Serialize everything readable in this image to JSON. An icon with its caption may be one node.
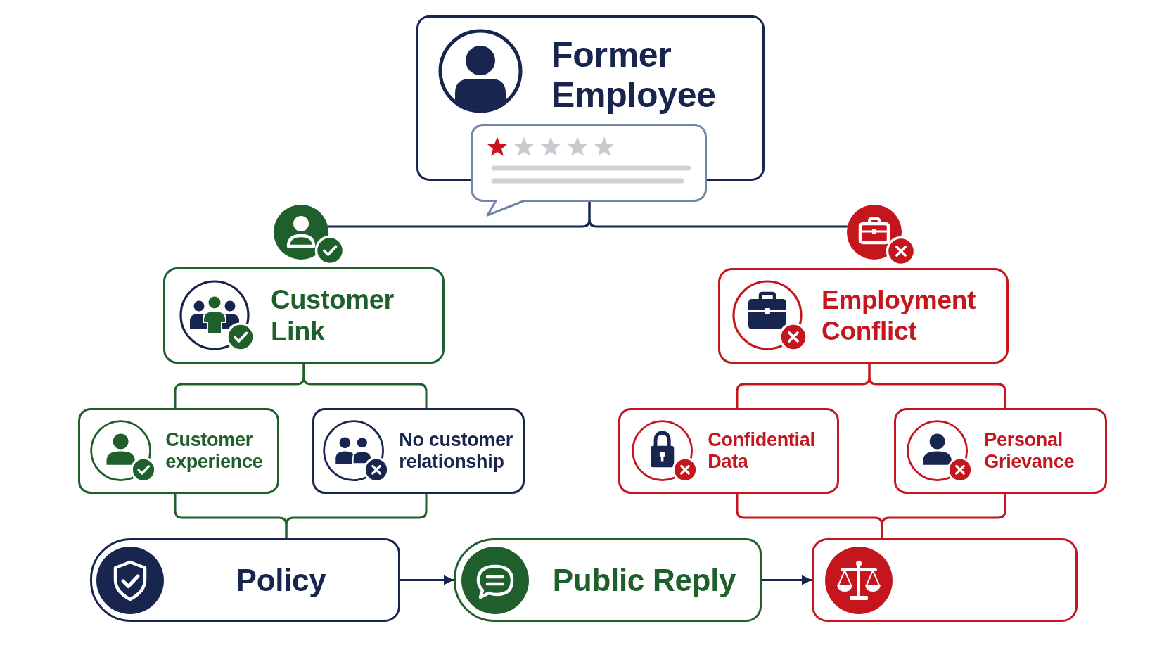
{
  "diagram": {
    "nodes": [
      {
        "text": [
          "Former Employee"
        ]
      },
      {
        "text": [],
        "shape": "picture"
      },
      {
        "text": [],
        "shape": "circle"
      },
      {
        "text": [],
        "shape": "circle"
      },
      {
        "text": [
          "Customer Link"
        ]
      },
      {
        "text": [
          "Employment Conflict"
        ]
      },
      {
        "text": [
          "Customer experience"
        ]
      },
      {
        "text": [
          "No customer relationship"
        ]
      },
      {
        "text": [
          "Confidential Data"
        ]
      },
      {
        "text": [
          "Personal Grievance"
        ]
      },
      {
        "text": [
          "Policy"
        ]
      },
      {
        "text": [
          "Public Reply"
        ]
      },
      {
        "text": [],
        "shape": "box"
      }
    ],
    "edges": [
      {
        "from": 1,
        "to": 2,
        "arrow": "none"
      },
      {
        "from": 1,
        "to": 3,
        "arrow": "none"
      },
      {
        "from": 4,
        "to": 6,
        "arrow": "none",
        "color": "#1f5f2c"
      },
      {
        "from": 4,
        "to": 7,
        "arrow": "none",
        "color": "#1f5f2c"
      },
      {
        "from": 5,
        "to": 8,
        "arrow": "none",
        "color": "#c5161d"
      },
      {
        "from": 5,
        "to": 9,
        "arrow": "none",
        "color": "#c5161d"
      },
      {
        "from": 6,
        "to": 10,
        "arrow": "none",
        "color": "#1f5f2c"
      },
      {
        "from": 7,
        "to": 10,
        "arrow": "none",
        "color": "#1f5f2c"
      },
      {
        "from": 8,
        "to": 12,
        "arrow": "none",
        "color": "#c5161d"
      },
      {
        "from": 9,
        "to": 12,
        "arrow": "none",
        "color": "#c5161d"
      },
      {
        "from": 10,
        "to": 11,
        "arrow": "to"
      },
      {
        "from": 11,
        "to": 12,
        "arrow": "to"
      }
    ]
  }
}
